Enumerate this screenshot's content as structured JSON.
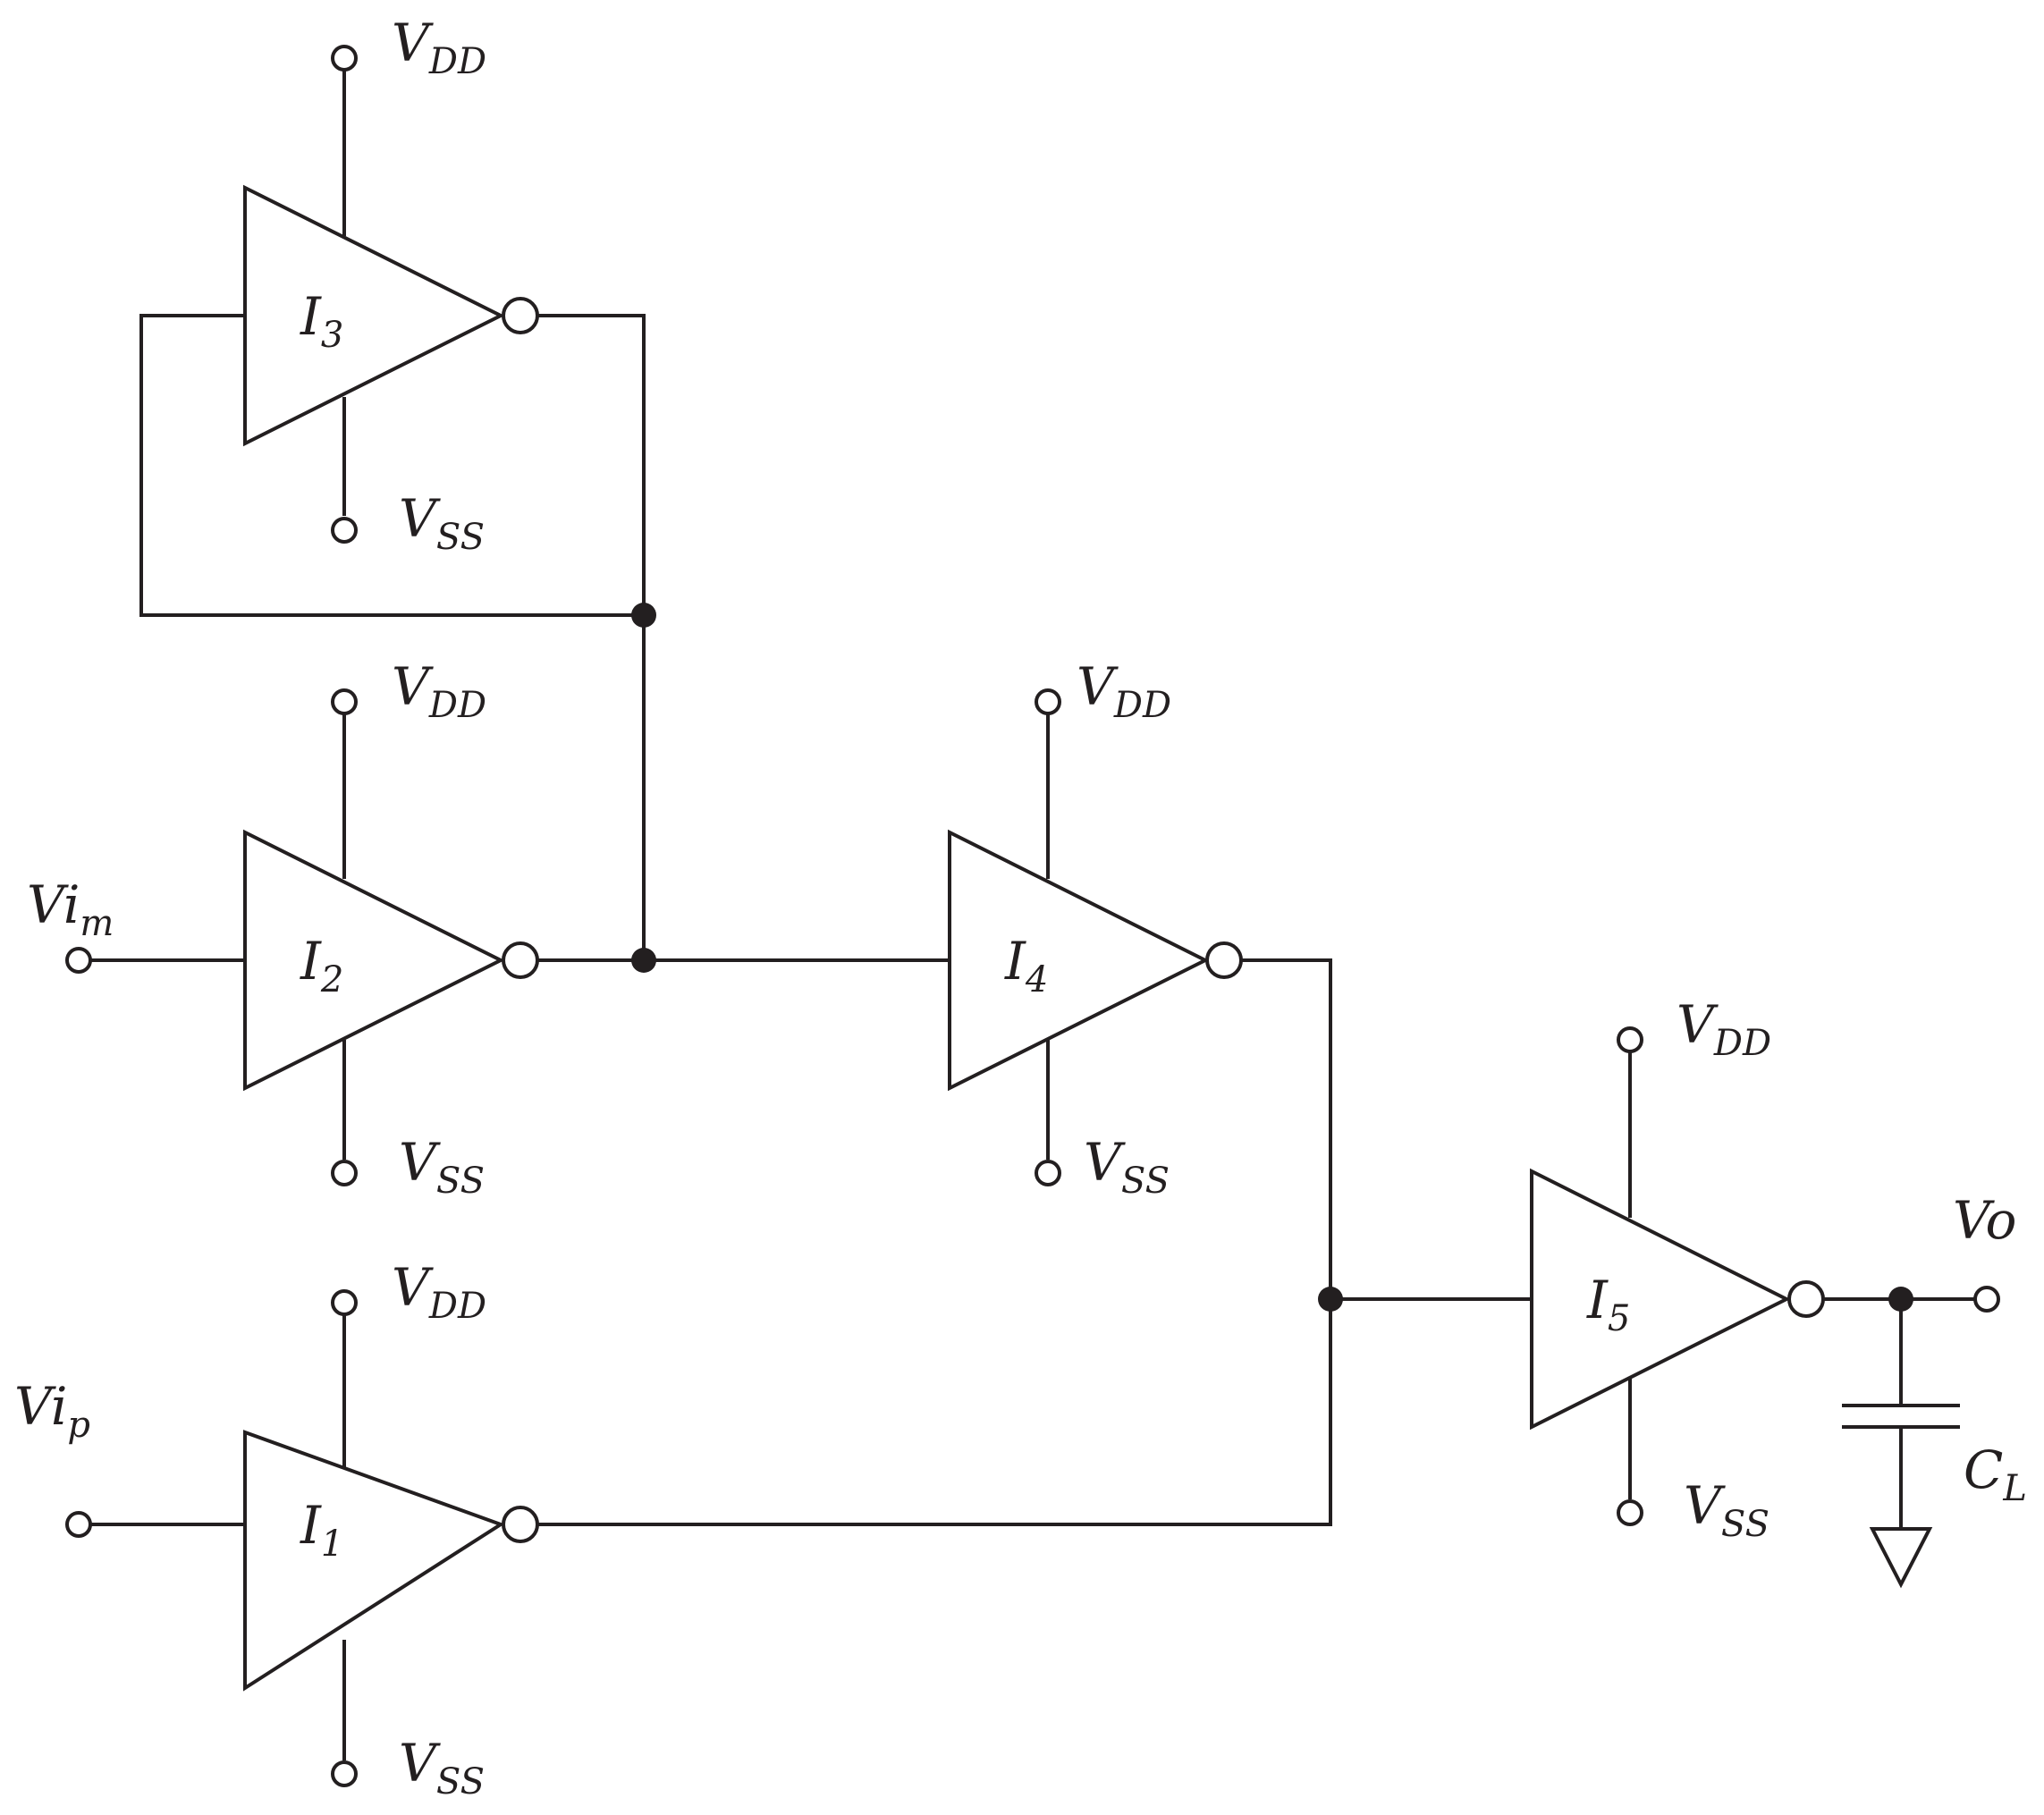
{
  "diagram": {
    "gates": [
      {
        "id": "i1",
        "main": "I",
        "sub": "1"
      },
      {
        "id": "i2",
        "main": "I",
        "sub": "2"
      },
      {
        "id": "i3",
        "main": "I",
        "sub": "3"
      },
      {
        "id": "i4",
        "main": "I",
        "sub": "4"
      },
      {
        "id": "i5",
        "main": "I",
        "sub": "5"
      }
    ],
    "supply": {
      "vdd_main": "V",
      "vdd_sub": "DD",
      "vss_main": "V",
      "vss_sub": "SS"
    },
    "inputs": {
      "vim_main": "Vi",
      "vim_sub": "m",
      "vip_main": "Vi",
      "vip_sub": "p"
    },
    "output": {
      "vo": "Vo"
    },
    "load": {
      "cap_main": "C",
      "cap_sub": "L"
    }
  }
}
